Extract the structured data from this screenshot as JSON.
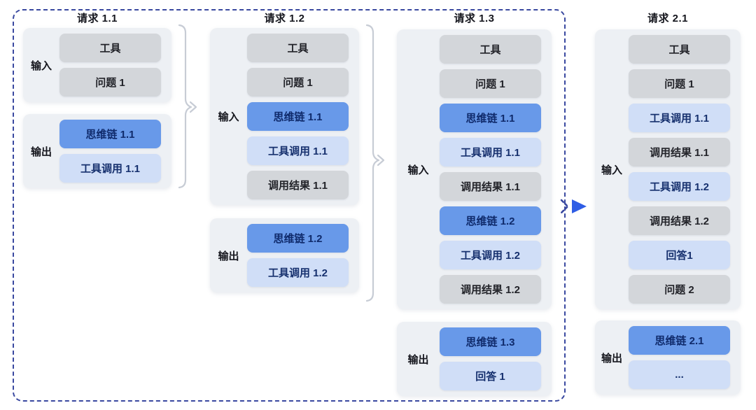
{
  "colors": {
    "background": "#ffffff",
    "dashed_border": "#3a49a0",
    "panel_background": "#edf0f4",
    "gray_box": "#d3d6da",
    "blue_box": "#6899e9",
    "light_blue_box": "#d0def7",
    "brace_connector": "#c7ccd5",
    "flow_arrowhead": "#2f5de5"
  },
  "columns": [
    {
      "title": "请求 1.1",
      "input_label": "输入",
      "output_label": "输出",
      "input_boxes": [
        {
          "label": "工具",
          "style": "gray"
        },
        {
          "label": "问题 1",
          "style": "gray"
        }
      ],
      "output_boxes": [
        {
          "label": "思维链 1.1",
          "style": "blue"
        },
        {
          "label": "工具调用 1.1",
          "style": "light_blue"
        }
      ]
    },
    {
      "title": "请求 1.2",
      "input_label": "输入",
      "output_label": "输出",
      "input_boxes": [
        {
          "label": "工具",
          "style": "gray"
        },
        {
          "label": "问题 1",
          "style": "gray"
        },
        {
          "label": "思维链 1.1",
          "style": "blue"
        },
        {
          "label": "工具调用 1.1",
          "style": "light_blue"
        },
        {
          "label": "调用结果 1.1",
          "style": "gray"
        }
      ],
      "output_boxes": [
        {
          "label": "思维链 1.2",
          "style": "blue"
        },
        {
          "label": "工具调用 1.2",
          "style": "light_blue"
        }
      ]
    },
    {
      "title": "请求 1.3",
      "input_label": "输入",
      "output_label": "输出",
      "input_boxes": [
        {
          "label": "工具",
          "style": "gray"
        },
        {
          "label": "问题 1",
          "style": "gray"
        },
        {
          "label": "思维链 1.1",
          "style": "blue"
        },
        {
          "label": "工具调用 1.1",
          "style": "light_blue"
        },
        {
          "label": "调用结果 1.1",
          "style": "gray"
        },
        {
          "label": "思维链 1.2",
          "style": "blue"
        },
        {
          "label": "工具调用 1.2",
          "style": "light_blue"
        },
        {
          "label": "调用结果 1.2",
          "style": "gray"
        }
      ],
      "output_boxes": [
        {
          "label": "思维链 1.3",
          "style": "blue"
        },
        {
          "label": "回答 1",
          "style": "light_blue"
        }
      ]
    },
    {
      "title": "请求 2.1",
      "input_label": "输入",
      "output_label": "输出",
      "input_boxes": [
        {
          "label": "工具",
          "style": "gray"
        },
        {
          "label": "问题 1",
          "style": "gray"
        },
        {
          "label": "工具调用 1.1",
          "style": "light_blue"
        },
        {
          "label": "调用结果 1.1",
          "style": "gray"
        },
        {
          "label": "工具调用 1.2",
          "style": "light_blue"
        },
        {
          "label": "调用结果 1.2",
          "style": "gray"
        },
        {
          "label": "回答1",
          "style": "light_blue"
        },
        {
          "label": "问题 2",
          "style": "gray"
        }
      ],
      "output_boxes": [
        {
          "label": "思维链 2.1",
          "style": "blue"
        },
        {
          "label": "...",
          "style": "light_blue"
        }
      ]
    }
  ]
}
